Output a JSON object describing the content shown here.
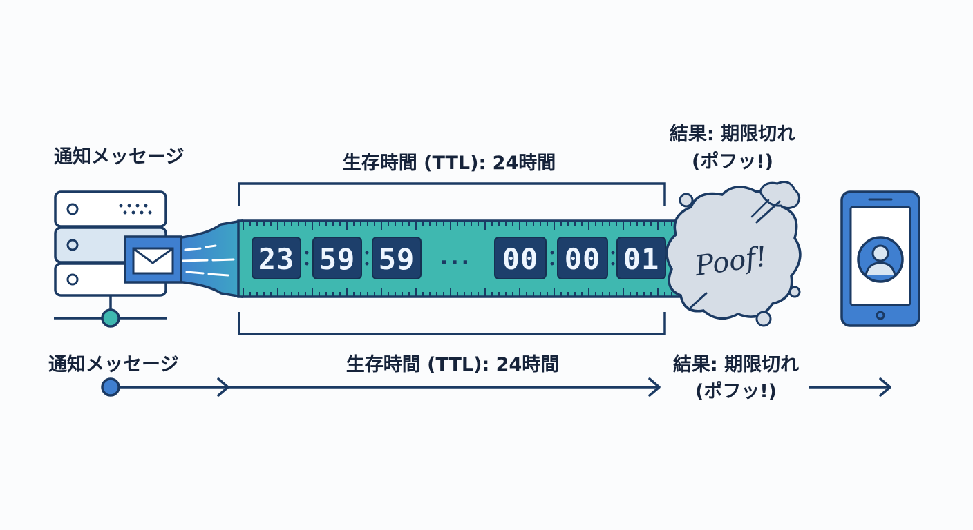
{
  "top_labels": {
    "source": "通知メッセージ",
    "ttl": "生存時間 (TTL): 24時間",
    "result_line1": "結果: 期限切れ",
    "result_line2": "(ポフッ!)"
  },
  "timeline_labels": {
    "source": "通知メッセージ",
    "ttl": "生存時間 (TTL): 24時間",
    "result_line1": "結果: 期限切れ",
    "result_line2": "(ポフッ!)"
  },
  "countdown": {
    "start": [
      "23",
      "59",
      "59"
    ],
    "ellipsis": "...",
    "end": [
      "00",
      "00",
      "01"
    ]
  },
  "poof_text": "Poof!",
  "icons": {
    "server": "server-icon",
    "envelope": "envelope-icon",
    "cloud": "poof-cloud-icon",
    "phone": "smartphone-icon",
    "user": "user-avatar-icon"
  },
  "colors": {
    "navy": "#1b3a63",
    "teal": "#3fb8b0",
    "blue": "#3f7fd0",
    "light_blue": "#d9e6f2",
    "cloud": "#d6dde6"
  }
}
